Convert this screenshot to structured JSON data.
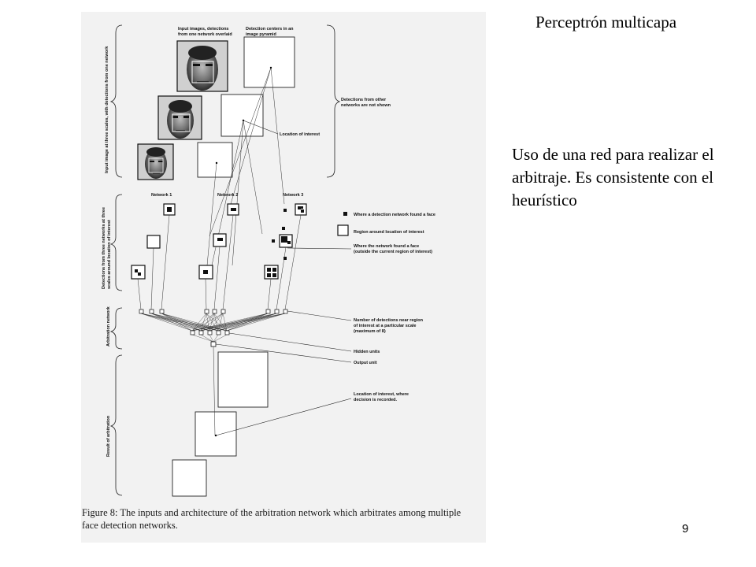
{
  "slide": {
    "title": "Perceptrón multicapa",
    "text": "Uso de una red para realizar el arbitraje. Es consistente con el heurístico",
    "page_number": "9"
  },
  "figure": {
    "caption": "Figure 8: The inputs and architecture of the arbitration network which arbitrates among multiple face detection networks.",
    "labels": {
      "input_images": [
        "Input images, detections",
        "from one network overlaid"
      ],
      "detection_centers": [
        "Detection centers in an",
        "image pyramid"
      ],
      "other_networks": [
        "Detections from other",
        "networks are not shown"
      ],
      "location_of_interest": "Location of interest",
      "network1": "Network 1",
      "network2": "Network 2",
      "network3": "Network 3",
      "legend_found_face": "Where a detection network found a face",
      "legend_region": "Region around location of interest",
      "legend_outside": [
        "Where the network found a face",
        "(outside the current region of interest)"
      ],
      "num_detections": [
        "Number of detections near region",
        "of interest at a particular scale",
        "(maximum of 8)"
      ],
      "hidden_units": "Hidden units",
      "output_unit": "Output unit",
      "location_decision": [
        "Location of interest, where",
        "decision is recorded."
      ]
    },
    "side_labels": {
      "input_image": "Input image at three scales, with detections from one network",
      "detections_three": [
        "Detections from three networks at three",
        "scales around location of interest"
      ],
      "arbitration": "Arbitration network",
      "result": "Result of arbitration"
    }
  }
}
